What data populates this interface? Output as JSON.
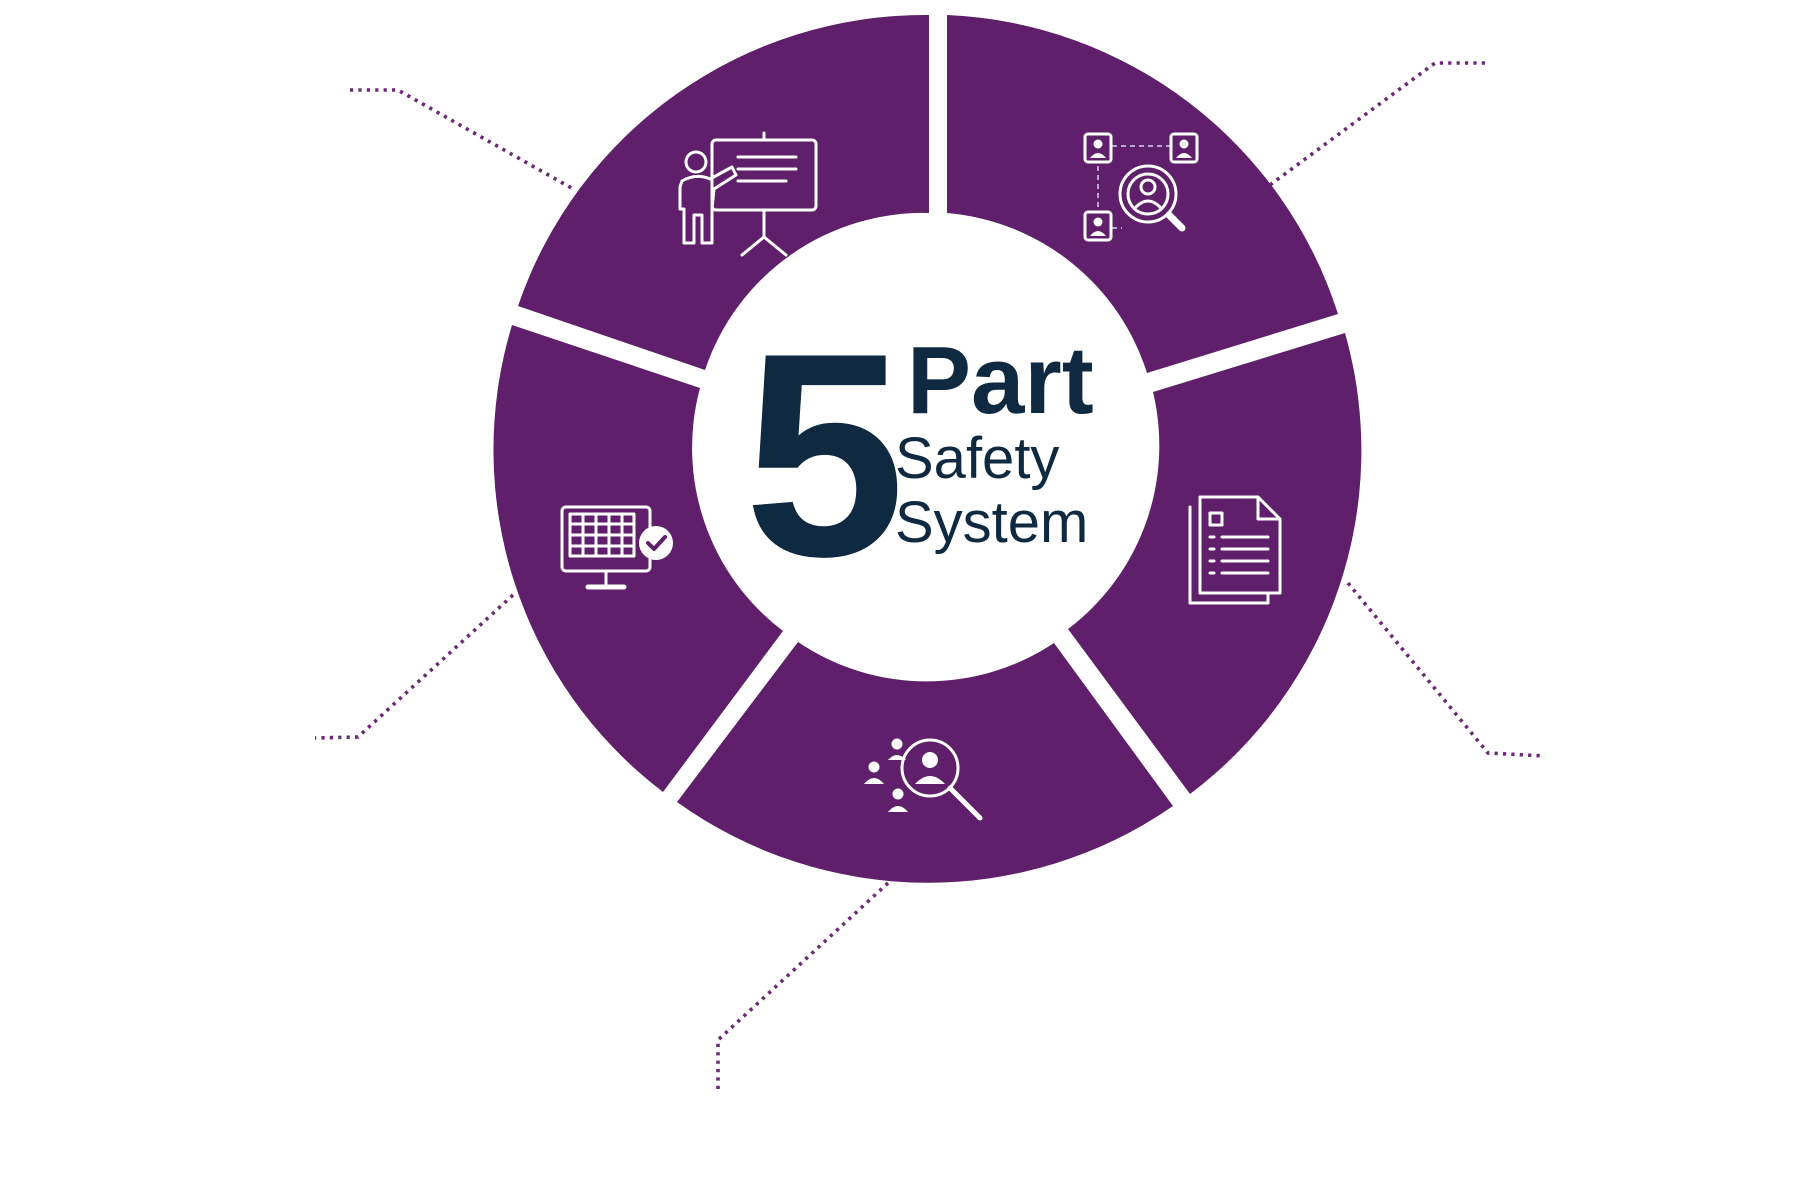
{
  "title": {
    "number": "5",
    "line1": "Part",
    "line2": "Safety",
    "line3": "System"
  },
  "colors": {
    "segment": "#5f1f6b",
    "leader": "#6a2a74",
    "title": "#0f2a40",
    "icon": "#ffffff",
    "background": "#ffffff"
  },
  "segments": [
    {
      "id": "top-left",
      "icon": "presentation-training-icon"
    },
    {
      "id": "top-right",
      "icon": "candidate-network-search-icon"
    },
    {
      "id": "right",
      "icon": "document-pages-icon"
    },
    {
      "id": "bottom",
      "icon": "people-search-icon"
    },
    {
      "id": "left",
      "icon": "monitor-spreadsheet-check-icon"
    }
  ]
}
